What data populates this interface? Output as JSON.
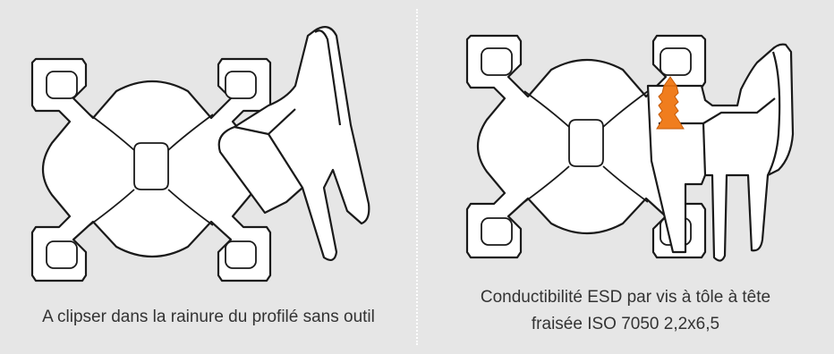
{
  "panels": [
    {
      "caption": "A clipser dans la rainure du profilé sans outil",
      "figure_icon": "aluminium-profile-with-clip-icon"
    },
    {
      "caption_line1": "Conductibilité ESD par vis à tôle à tête",
      "caption_line2": "fraisée ISO 7050 2,2x6,5",
      "figure_icon": "aluminium-profile-with-clipped-bracket-and-screw-icon"
    }
  ],
  "colors": {
    "background": "#e6e6e6",
    "part_fill": "#ffffff",
    "outline": "#1a1a1a",
    "screw_accent": "#f07d1e",
    "divider": "#ffffff"
  }
}
